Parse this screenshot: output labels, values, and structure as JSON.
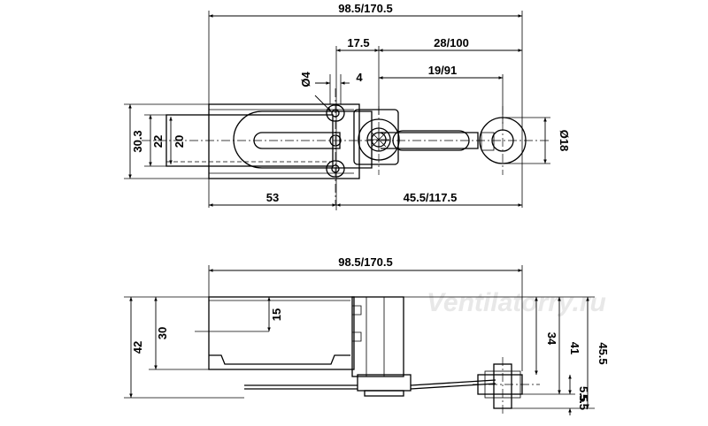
{
  "watermark": "Ventilatorry.ru",
  "top_view": {
    "overall_length": "98.5/170.5",
    "dim_17_5": "17.5",
    "dim_28_100": "28/100",
    "dim_19_91": "19/91",
    "hole_diameter": "Ø4",
    "dim_4": "4",
    "height_30_3": "30.3",
    "height_22": "22",
    "height_20": "20",
    "roller_diameter": "Ø18",
    "dim_53": "53",
    "dim_45_5": "45.5/117.5"
  },
  "side_view": {
    "overall_length": "98.5/170.5",
    "height_42": "42",
    "height_30": "30",
    "dim_15": "15",
    "dim_34": "34",
    "dim_41": "41",
    "dim_45_5": "45.5",
    "dim_5_5_a": "5.5",
    "dim_5_5_b": "5.5"
  }
}
